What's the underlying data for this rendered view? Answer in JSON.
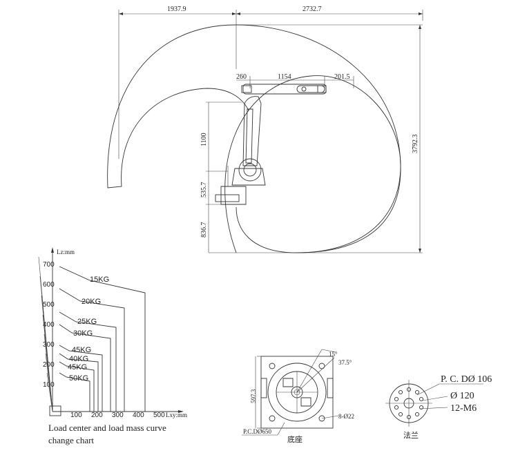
{
  "workspace": {
    "dim_left": "1937.9",
    "dim_right": "2732.7",
    "dim_height_total": "3792.3",
    "dim_arm_offset": "260",
    "dim_arm_length": "1154",
    "dim_wrist": "201.5",
    "dim_upper": "1100",
    "dim_mid": "535.7",
    "dim_lower": "836.7"
  },
  "load_chart": {
    "y_axis_label": "Lz:mm",
    "x_axis_label": "Lxy:mm",
    "y_ticks": [
      "700",
      "600",
      "500",
      "400",
      "300",
      "200",
      "100"
    ],
    "x_ticks": [
      "100",
      "200",
      "300",
      "400",
      "500"
    ],
    "curves": [
      {
        "label": "15KG"
      },
      {
        "label": "20KG"
      },
      {
        "label": "25KG"
      },
      {
        "label": "30KG"
      },
      {
        "label": "45KG"
      },
      {
        "label": "40KG"
      },
      {
        "label": "45KG"
      },
      {
        "label": "50KG"
      }
    ],
    "caption_line1": "Load center and load mass curve",
    "caption_line2": "change chart"
  },
  "base": {
    "label": "底座",
    "dim_width": "597.3",
    "dim_angle1": "15°",
    "dim_angle2": "37.5°",
    "hole_note": "8-Ø22",
    "pcd_note": "P.C.DØ650"
  },
  "flange": {
    "label": "法兰",
    "pcd": "P. C. DØ 106",
    "bore": "Ø 120",
    "thread": "12-M6"
  }
}
